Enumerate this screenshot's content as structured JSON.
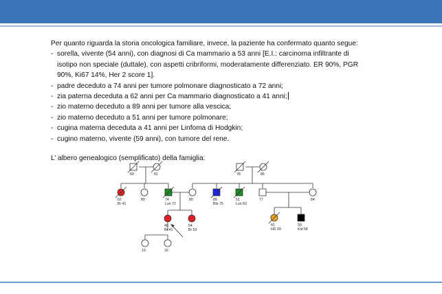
{
  "intro": "Per quanto riguarda la storia oncologica familiare, invece, la paziente ha confermato quanto segue:",
  "items": [
    {
      "lines": [
        "sorella, vivente (54 anni), con diagnosi di Ca mammario a 53 anni [E.I.: carcinoma infiltrante di",
        "isotipo non speciale (duttale), con aspetti cribriformi, moderatamente differenziato. ER 90%, PGR",
        "90%, Ki67 14%, Her 2 score 1]."
      ]
    },
    {
      "lines": [
        "padre deceduto a 74 anni per tumore polmonare diagnosticato a 72 anni;"
      ]
    },
    {
      "lines": [
        "zia paterna deceduta a 62 anni per Ca mammario diagnosticato a 41 anni;"
      ]
    },
    {
      "lines": [
        "zio materno deceduto a 89 anni per tumore alla vescica;"
      ]
    },
    {
      "lines": [
        "zio materno deceduto a 51 anni per tumore polmonare;"
      ]
    },
    {
      "lines": [
        "cugina materna deceduta a 41 anni per Linfoma di Hodgkin;"
      ]
    },
    {
      "lines": [
        "cugino materno, vivente (59 anni), con tumore del rene."
      ]
    }
  ],
  "tree_title": "L’ albero genealogico (semplificato) della famiglia:",
  "colors": {
    "header": "#3b74b8",
    "breast": "#e01e25",
    "lung": "#1e8a2e",
    "bladder": "#1f24e6",
    "hodgkin": "#f0a424",
    "kidney": "#000000"
  },
  "pedigree": {
    "gen1": [
      {
        "id": "pgf",
        "sex": "M",
        "status": "deceased",
        "label1": "69",
        "label2": ""
      },
      {
        "id": "pgm",
        "sex": "F",
        "status": "deceased",
        "label1": "81",
        "label2": ""
      },
      {
        "id": "mgf",
        "sex": "M",
        "status": "deceased",
        "label1": "78",
        "label2": ""
      },
      {
        "id": "mgm",
        "sex": "F",
        "status": "deceased",
        "label1": "86",
        "label2": ""
      }
    ],
    "gen2": [
      {
        "id": "aunt",
        "sex": "F",
        "status": "breast",
        "label1": "62",
        "label2": "Br 41"
      },
      {
        "id": "paunt2",
        "sex": "F",
        "status": "healthy",
        "label1": "80",
        "label2": ""
      },
      {
        "id": "father",
        "sex": "M",
        "status": "lung",
        "label1": "74",
        "label2": "Lun 72"
      },
      {
        "id": "mother",
        "sex": "F",
        "status": "healthy",
        "label1": "80",
        "label2": ""
      },
      {
        "id": "uncle1",
        "sex": "M",
        "status": "bladder",
        "label1": "89",
        "label2": "Bla 75"
      },
      {
        "id": "uncle2",
        "sex": "M",
        "status": "lung",
        "label1": "51",
        "label2": "Lun 50"
      },
      {
        "id": "uncle3",
        "sex": "M",
        "status": "healthy",
        "label1": "77",
        "label2": ""
      },
      {
        "id": "aunt3",
        "sex": "F",
        "status": "healthy",
        "label1": "84",
        "label2": ""
      }
    ],
    "gen3": [
      {
        "id": "proband",
        "sex": "F",
        "status": "breast",
        "label1": "48",
        "label2": "Br 41"
      },
      {
        "id": "sister",
        "sex": "F",
        "status": "breast",
        "label1": "54",
        "label2": "Br 53"
      },
      {
        "id": "cousinF",
        "sex": "F",
        "status": "hodgkin",
        "label1": "41",
        "label2": "HD 39"
      },
      {
        "id": "cousinM",
        "sex": "M",
        "status": "kidney",
        "label1": "59",
        "label2": "Kid 58"
      }
    ],
    "gen4": [
      {
        "id": "child1",
        "sex": "F",
        "status": "healthy",
        "label1": "19",
        "label2": ""
      },
      {
        "id": "child2",
        "sex": "F",
        "status": "healthy",
        "label1": "16",
        "label2": ""
      }
    ]
  }
}
